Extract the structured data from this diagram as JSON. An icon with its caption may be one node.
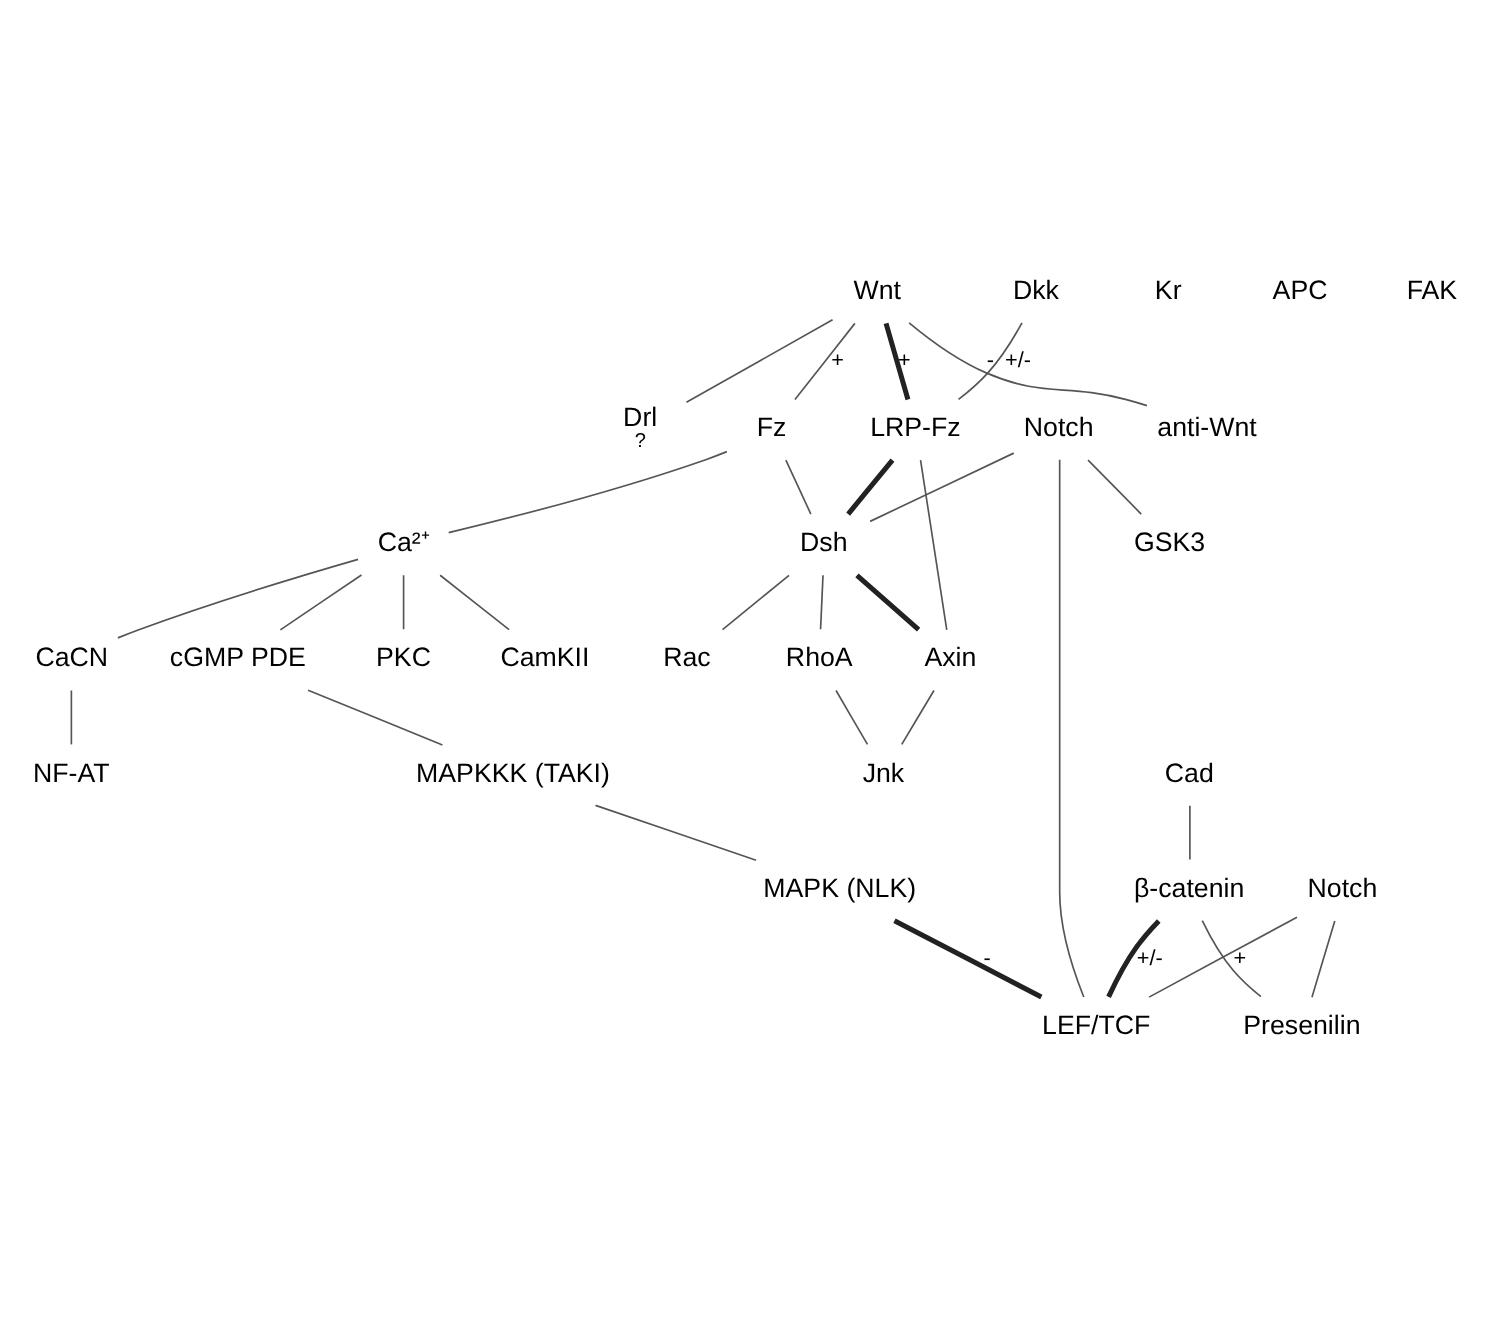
{
  "diagram": {
    "nodes": [
      {
        "text": [
          "Wnt"
        ]
      },
      {
        "text": [
          "anti-Wnt"
        ]
      },
      {
        "text": [
          "Dkk"
        ]
      },
      {
        "text": [
          "LRP-Fz"
        ]
      },
      {
        "text": [
          "Drl"
        ],
        "beside": [
          "?"
        ]
      },
      {
        "text": [
          "Fz"
        ]
      },
      {
        "text": [
          "Notch"
        ]
      },
      {
        "text": [
          "Dsh"
        ]
      },
      {
        "text": [
          "Ca²⁺"
        ]
      },
      {
        "text": [
          "CaCN"
        ]
      },
      {
        "text": [
          "PKC"
        ]
      },
      {
        "text": [
          "CamKII"
        ]
      },
      {
        "text": [
          "NF-AT"
        ]
      },
      {
        "text": [
          "GSK3"
        ]
      },
      {
        "text": [
          "Axin"
        ]
      },
      {
        "text": [
          "RhoA"
        ]
      },
      {
        "text": [
          "Rac"
        ]
      },
      {
        "text": [
          "cGMP PDE"
        ]
      },
      {
        "text": [
          "Cad"
        ]
      },
      {
        "text": [
          "β-catenin"
        ]
      },
      {
        "text": [
          "Jnk"
        ]
      },
      {
        "text": [
          "MAPKKK (TAKI)"
        ]
      },
      {
        "text": [
          "MAPK (NLK)"
        ]
      },
      {
        "text": [
          "LEF/TCF"
        ]
      },
      {
        "text": [
          "Notch"
        ]
      },
      {
        "text": [
          "Presenilin"
        ]
      }
    ],
    "edges": [
      {
        "from": 0,
        "to": 1,
        "arrow": "none",
        "label": "-"
      },
      {
        "from": 0,
        "to": 3,
        "arrow": "none",
        "label": "+",
        "style": "thick"
      },
      {
        "from": 0,
        "to": 4,
        "arrow": "none"
      },
      {
        "from": 0,
        "to": 5,
        "arrow": "none",
        "label": "+"
      },
      {
        "from": 2,
        "to": 3,
        "arrow": "none",
        "label": "+/-"
      },
      {
        "from": 3,
        "to": 7,
        "arrow": "none",
        "style": "thick"
      },
      {
        "from": 3,
        "to": 14,
        "arrow": "none"
      },
      {
        "from": 5,
        "to": 7,
        "arrow": "none"
      },
      {
        "from": 5,
        "to": 8,
        "arrow": "none"
      },
      {
        "from": 6,
        "to": 7,
        "arrow": "none"
      },
      {
        "from": 6,
        "to": 13,
        "arrow": "none"
      },
      {
        "from": 6,
        "to": 23,
        "arrow": "none"
      },
      {
        "from": 7,
        "to": 14,
        "arrow": "none",
        "style": "thick"
      },
      {
        "from": 7,
        "to": 15,
        "arrow": "none"
      },
      {
        "from": 7,
        "to": 16,
        "arrow": "none"
      },
      {
        "from": 8,
        "to": 9,
        "arrow": "none"
      },
      {
        "from": 8,
        "to": 10,
        "arrow": "none"
      },
      {
        "from": 8,
        "to": 11,
        "arrow": "none"
      },
      {
        "from": 8,
        "to": 17,
        "arrow": "none"
      },
      {
        "from": 9,
        "to": 12,
        "arrow": "none"
      },
      {
        "from": 14,
        "to": 20,
        "arrow": "none"
      },
      {
        "from": 15,
        "to": 20,
        "arrow": "none"
      },
      {
        "from": 18,
        "to": 19,
        "arrow": "none"
      },
      {
        "from": 19,
        "to": 23,
        "arrow": "none",
        "label": "+/-",
        "style": "thick"
      },
      {
        "from": 19,
        "to": 25,
        "arrow": "none"
      },
      {
        "from": 17,
        "to": 21,
        "arrow": "none"
      },
      {
        "from": 21,
        "to": 22,
        "arrow": "none"
      },
      {
        "from": 22,
        "to": 23,
        "arrow": "none",
        "label": "-",
        "style": "thick"
      },
      {
        "from": 24,
        "to": 23,
        "arrow": "none",
        "label": "+"
      },
      {
        "from": 24,
        "to": 25,
        "arrow": "none"
      }
    ],
    "labels": [
      "Kr",
      "APC",
      "FAK"
    ]
  }
}
